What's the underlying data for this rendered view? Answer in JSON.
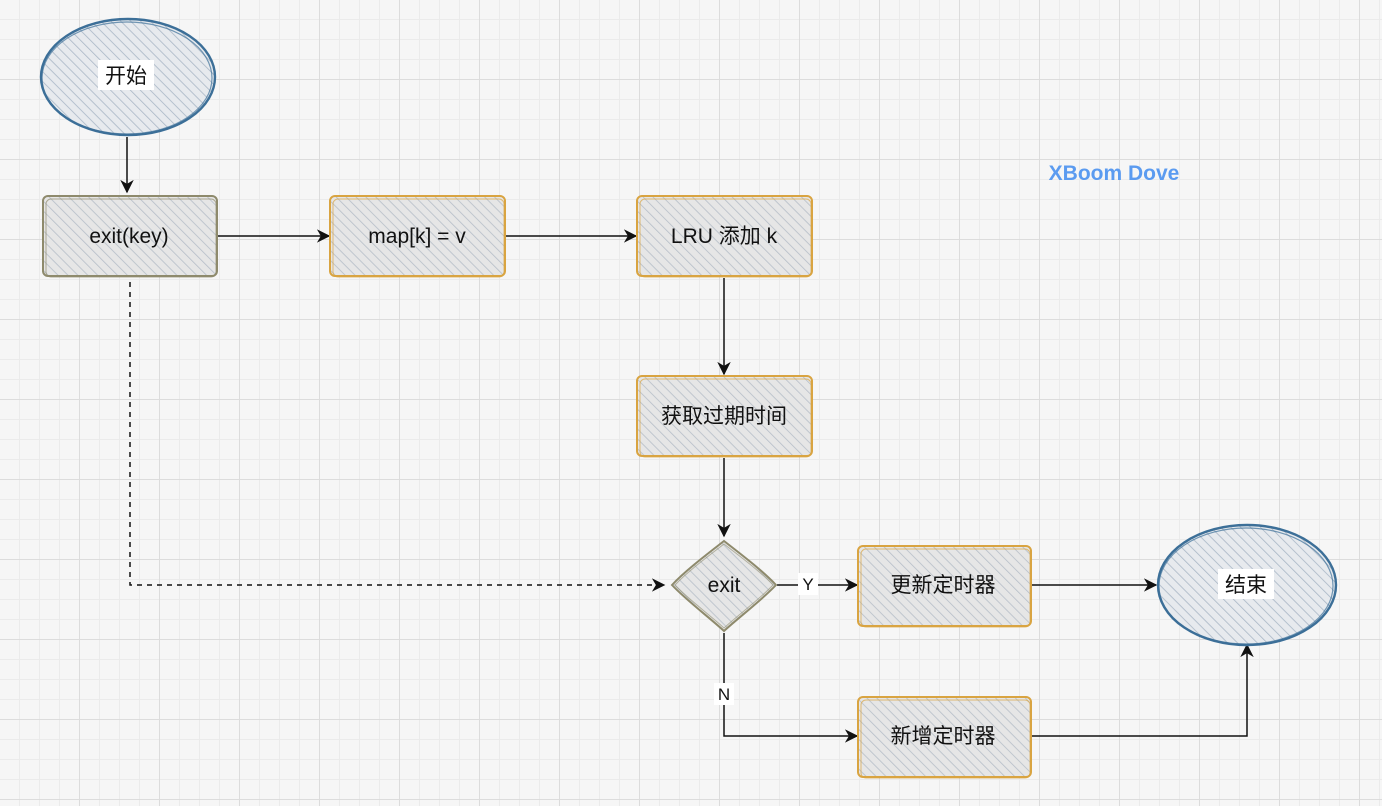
{
  "nodes": {
    "start": "开始",
    "exit_key": "exit(key)",
    "map_set": "map[k] = v",
    "lru_add": "LRU 添加 k",
    "get_expire": "获取过期时间",
    "exit_decision": "exit",
    "update_timer": "更新定时器",
    "add_timer": "新增定时器",
    "end": "结束"
  },
  "edges": {
    "yes_label": "Y",
    "no_label": "N"
  },
  "watermark": "XBoom Dove",
  "colors": {
    "process_border": "#d9a441",
    "gray_border": "#8e8a6c",
    "terminal_border": "#3c6f98",
    "fill_hatch": "#b9c2cc",
    "watermark": "#5b9bf0"
  }
}
